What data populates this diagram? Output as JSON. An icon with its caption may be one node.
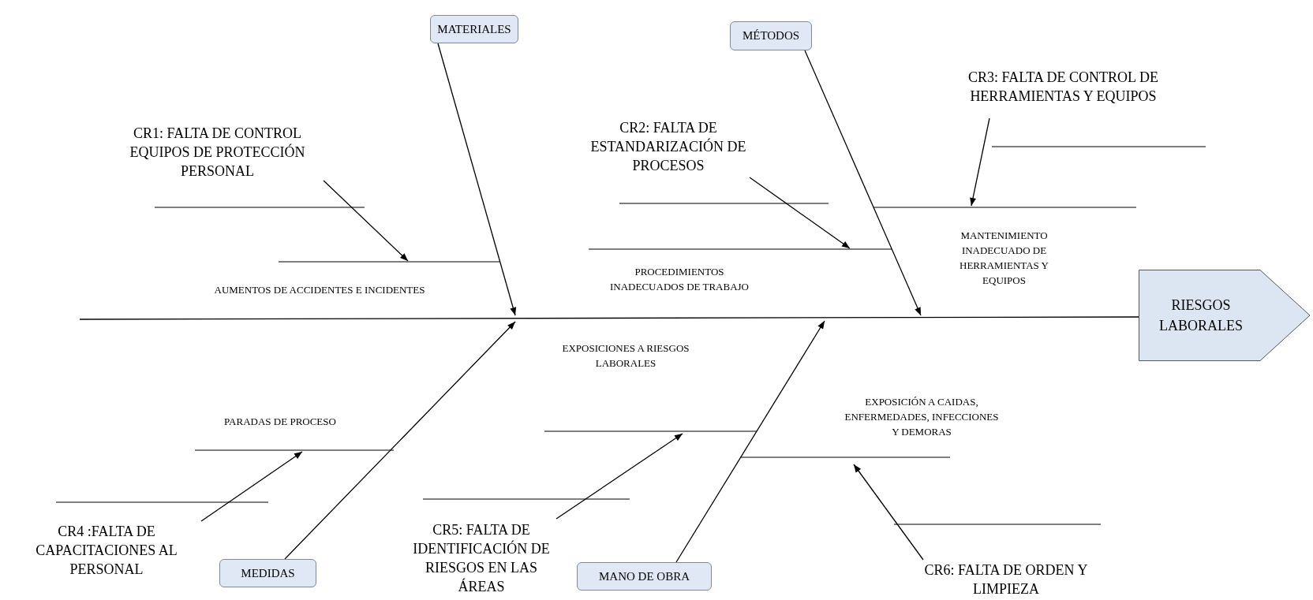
{
  "diagram": {
    "nodes": [
      {
        "text": [
          "MATERIALES"
        ]
      },
      {
        "text": [
          "MÉTODOS"
        ]
      },
      {
        "text": [
          "CR3: FALTA DE CONTROL DE HERRAMIENTAS Y EQUIPOS"
        ]
      },
      {
        "text": [
          "CR2: FALTA DE ESTANDARIZACIÓN DE PROCESOS"
        ]
      },
      {
        "text": [
          "CR1: FALTA DE CONTROL EQUIPOS DE PROTECCIÓN PERSONAL"
        ]
      },
      {
        "text": [
          "RIESGOS LABORALES"
        ]
      },
      {
        "text": [
          "CR4 :FALTA DE CAPACITACIONES AL PERSONAL"
        ]
      },
      {
        "text": [
          "CR5: FALTA DE IDENTIFICACIÓN DE RIESGOS EN LAS ÁREAS"
        ]
      },
      {
        "text": [
          "MEDIDAS"
        ]
      },
      {
        "text": [
          "MANO DE OBRA"
        ]
      },
      {
        "text": [
          "CR6: FALTA DE ORDEN Y LIMPIEZA"
        ]
      }
    ],
    "edges": [
      {
        "from": 0,
        "to": null,
        "arrow": "to"
      },
      {
        "from": 1,
        "to": null,
        "arrow": "to"
      },
      {
        "from": 8,
        "to": null,
        "arrow": "to"
      },
      {
        "from": 9,
        "to": null,
        "arrow": "to"
      },
      {
        "from": null,
        "to": 5,
        "arrow": "none"
      },
      {
        "from": 4,
        "to": null,
        "arrow": "to"
      },
      {
        "from": 3,
        "to": null,
        "arrow": "to"
      },
      {
        "from": 2,
        "to": null,
        "arrow": "to"
      },
      {
        "from": 6,
        "to": null,
        "arrow": "to"
      },
      {
        "from": 7,
        "to": null,
        "arrow": "to"
      },
      {
        "from": 10,
        "to": null,
        "arrow": "to"
      }
    ],
    "labels": [
      "AUMENTOS DE ACCIDENTES E INCIDENTES",
      "PROCEDIMIENTOS INADECUADOS DE TRABAJO",
      "MANTENIMIENTO INADECUADO DE HERRAMIENTAS Y EQUIPOS",
      "PARADAS DE PROCESO",
      "EXPOSICIONES A RIESGOS LABORALES",
      "EXPOSICIÓN A CAIDAS, ENFERMEDADES, INFECCIONES Y DEMORAS"
    ]
  }
}
